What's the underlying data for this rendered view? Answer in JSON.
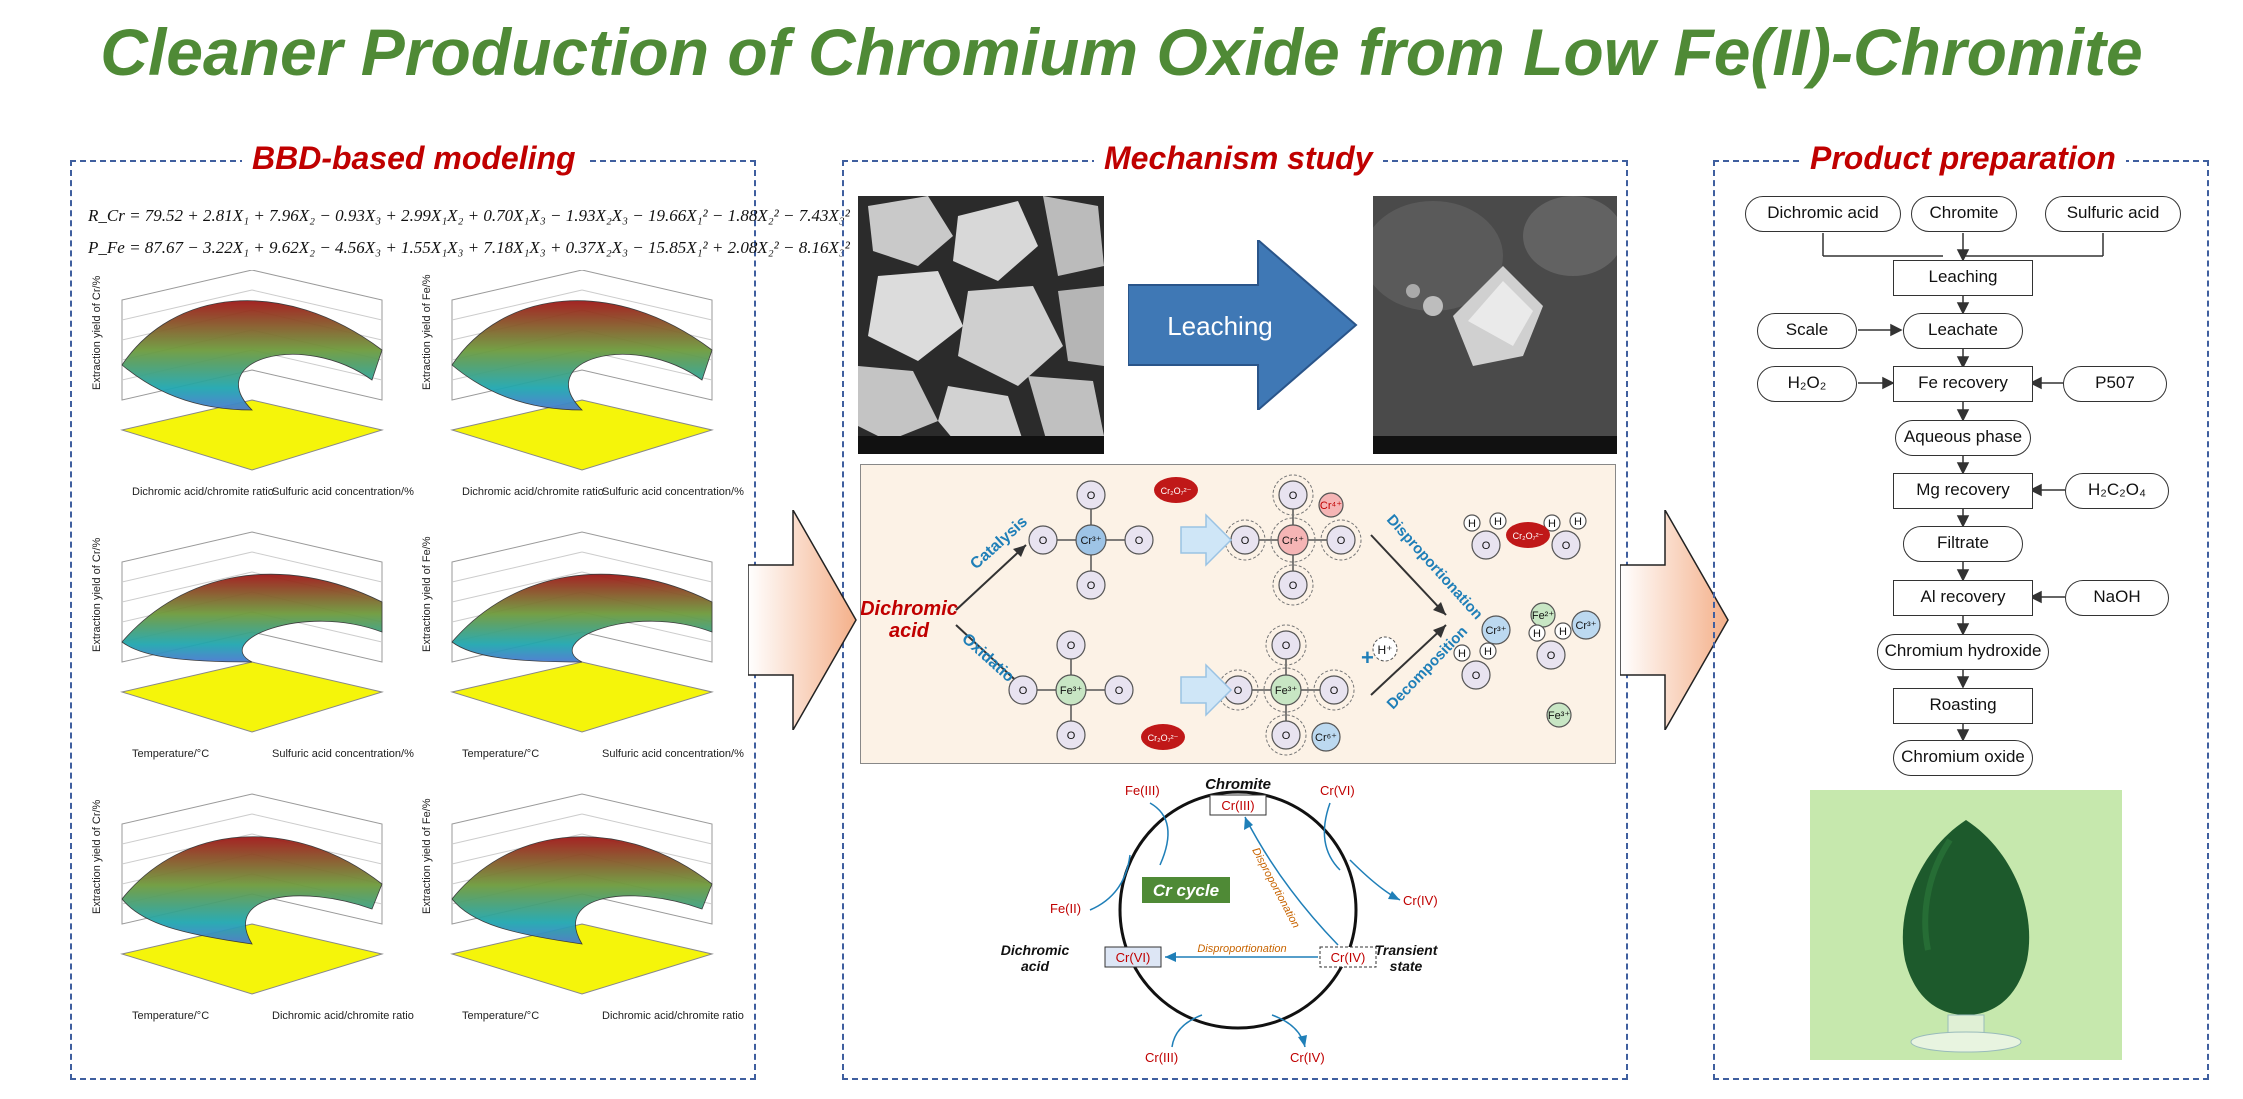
{
  "title": "Cleaner Production of Chromium Oxide from Low Fe(II)-Chromite",
  "colors": {
    "title_green": "#4f8a36",
    "panel_title_red": "#c00000",
    "dash_blue": "#3f5f9f",
    "arrow_blue": "#3f78b5",
    "arrow_peach": "#f4b08a",
    "label_blue": "#1f7fb8"
  },
  "modeling": {
    "heading": "BBD-based modeling",
    "eq1": "R_Cr = 79.52 + 2.81X₁ + 7.96X₂ − 0.93X₃ + 2.99X₁X₂ + 0.70X₁X₃ − 1.93X₂X₃ − 19.66X₁² − 1.88X₂² − 7.43X₃²",
    "eq2": "P_Fe = 87.67 − 3.22X₁ + 9.62X₂ − 4.56X₃ + 1.55X₁X₃ + 7.18X₁X₃ + 0.37X₂X₃ − 15.85X₁² + 2.08X₂² − 8.16X₃²",
    "plots": [
      {
        "z": "Extraction yield of Cr/%",
        "x": "Dichromic acid/chromite ratio",
        "y": "Sulfuric acid concentration/%"
      },
      {
        "z": "Extraction yield of Fe/%",
        "x": "Dichromic acid/chromite ratio",
        "y": "Sulfuric acid concentration/%"
      },
      {
        "z": "Extraction yield of Cr/%",
        "x": "Temperature/°C",
        "y": "Sulfuric acid concentration/%"
      },
      {
        "z": "Extraction yield of Fe/%",
        "x": "Temperature/°C",
        "y": "Sulfuric acid concentration/%"
      },
      {
        "z": "Extraction yield of Cr/%",
        "x": "Temperature/°C",
        "y": "Dichromic acid/chromite ratio"
      },
      {
        "z": "Extraction yield of Fe/%",
        "x": "Temperature/°C",
        "y": "Dichromic acid/chromite ratio"
      }
    ]
  },
  "mechanism": {
    "heading": "Mechanism study",
    "leaching_label": "Leaching",
    "dichromic_acid": "Dichromic acid",
    "catalysis": "Catalysis",
    "oxidation": "Oxidation",
    "disproportionation": "Disproportionation",
    "decomposition": "Decomposition",
    "ions": {
      "cr2o7": "Cr₂O₇²⁻",
      "cr3": "Cr³⁺",
      "fe3": "Fe³⁺",
      "fe2": "Fe²⁺",
      "cr6": "Cr⁶⁺",
      "cr4": "Cr⁴⁺",
      "h": "H⁺",
      "o": "O",
      "hh": "H"
    },
    "cycle": {
      "label": "Cr cycle",
      "chromite": "Chromite",
      "cr3": "Cr(III)",
      "cr6": "Cr(VI)",
      "cr4": "Cr(IV)",
      "dichromic_acid": "Dichromic acid",
      "transient_state": "Transient state",
      "fe3": "Fe(III)",
      "fe2": "Fe(II)",
      "disproportionation": "Disproportionation"
    }
  },
  "product": {
    "heading": "Product preparation",
    "dichromic_acid": "Dichromic acid",
    "chromite": "Chromite",
    "sulfuric_acid": "Sulfuric acid",
    "leaching": "Leaching",
    "scale": "Scale",
    "leachate": "Leachate",
    "h2o2": "H₂O₂",
    "fe_recovery": "Fe recovery",
    "p507": "P507",
    "aqueous_phase": "Aqueous phase",
    "mg_recovery": "Mg recovery",
    "h2c2o4": "H₂C₂O₄",
    "filtrate": "Filtrate",
    "al_recovery": "Al recovery",
    "naoh": "NaOH",
    "chromium_hydroxide": "Chromium hydroxide",
    "roasting": "Roasting",
    "chromium_oxide": "Chromium oxide"
  }
}
